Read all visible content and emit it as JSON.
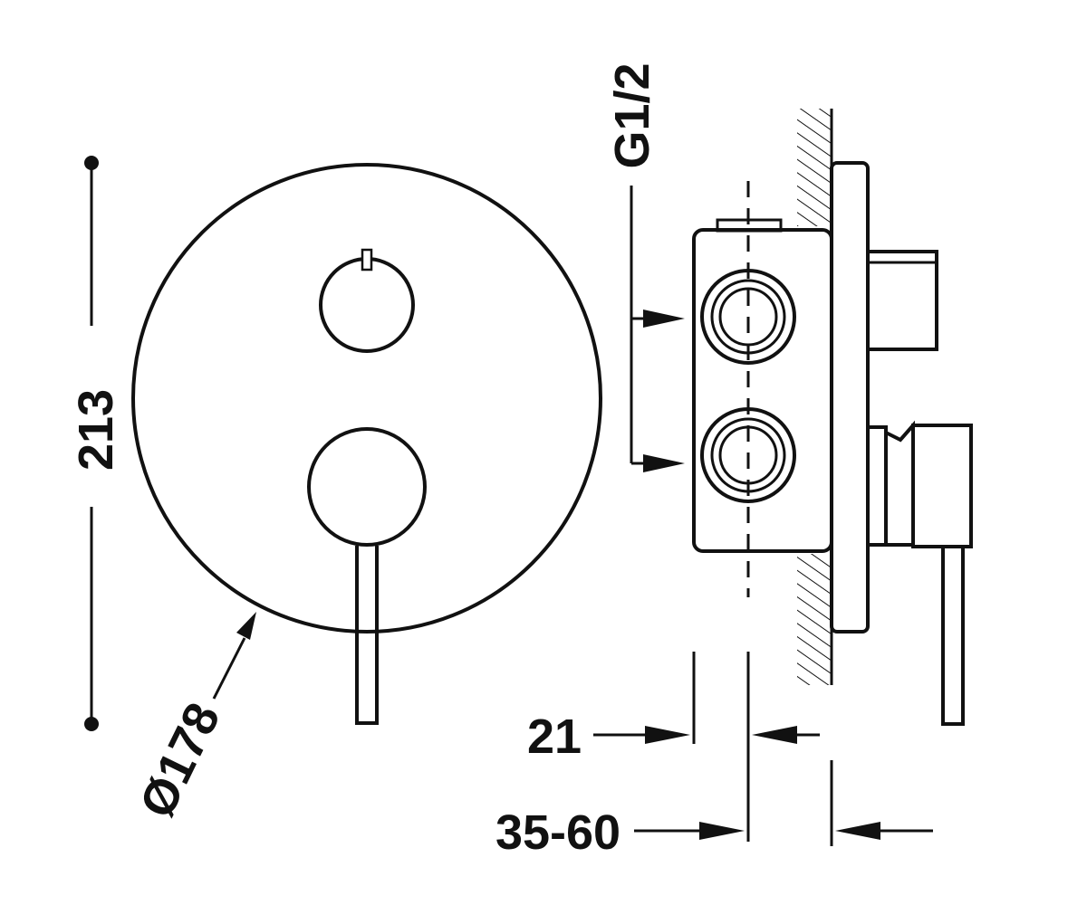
{
  "dimensions": {
    "height_label": "213",
    "diameter_label": "Ø178",
    "thread_label": "G1/2",
    "depth_min_label": "21",
    "depth_range_label": "35-60"
  },
  "colors": {
    "ink": "#111111",
    "background": "#ffffff"
  }
}
